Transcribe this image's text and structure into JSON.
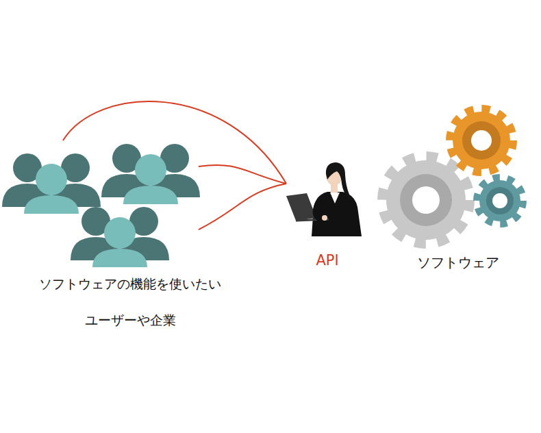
{
  "diagram": {
    "nodes": [
      {
        "text": [
          "ソフトウェアの機能を使いたい ユーザーや企業"
        ]
      },
      {
        "text": [
          "API"
        ]
      },
      {
        "text": [
          "ソフトウェア"
        ]
      }
    ],
    "edges": [
      {
        "from": 0,
        "to": 1,
        "arrow": "none"
      },
      {
        "from": 0,
        "to": 1,
        "arrow": "none"
      },
      {
        "from": 0,
        "to": 1,
        "arrow": "none"
      }
    ]
  }
}
